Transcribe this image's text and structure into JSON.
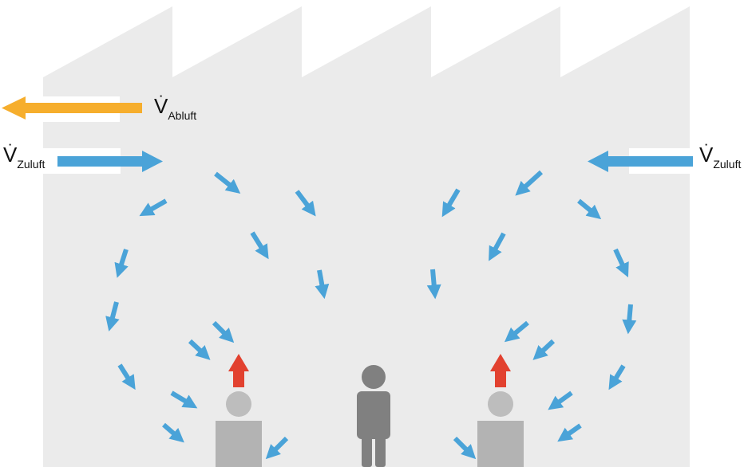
{
  "labels": {
    "exhaust": {
      "symbol": "V",
      "dot": "˙",
      "subscript": "Abluft"
    },
    "supply_left": {
      "symbol": "V",
      "dot": "˙",
      "subscript": "Zuluft"
    },
    "supply_right": {
      "symbol": "V",
      "dot": "˙",
      "subscript": "Zuluft"
    }
  },
  "colors": {
    "building": "#ebebeb",
    "supply_air": "#4aa3d8",
    "exhaust_air": "#f6ae2d",
    "heat_rise": "#e2412f",
    "person": "#808080",
    "machine_body": "#b3b3b3",
    "machine_head": "#bdbdbd"
  },
  "icons": {
    "person": "person-icon",
    "machine": "machine-icon",
    "heat": "up-arrow-icon",
    "airflow": "arrow-icon"
  }
}
